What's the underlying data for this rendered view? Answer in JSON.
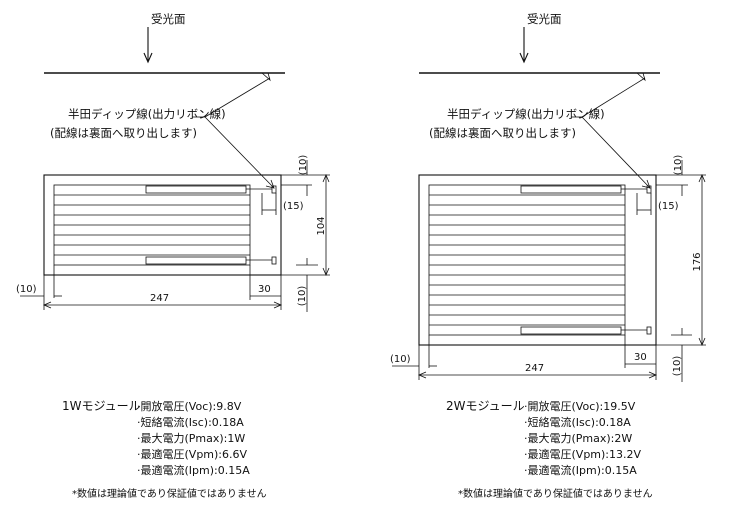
{
  "panels": [
    {
      "receiving_surface": "受光面",
      "lead_label_1": "半田ディップ線(出力リボン線)",
      "lead_label_2": "(配線は裏面へ取り出します)",
      "dims": {
        "width": "247",
        "height": "104",
        "margin_top": "(10)",
        "lead_offset": "(15)",
        "lead_right": "30",
        "margin_bottom": "(10)",
        "margin_left": "(10)"
      },
      "module_name": "1Wモジュール",
      "specs": [
        "·開放電圧(Voc):9.8V",
        "·短絡電流(Isc):0.18A",
        "·最大電力(Pmax):1W",
        "·最適電圧(Vpm):6.6V",
        "·最適電流(Ipm):0.15A"
      ],
      "note": "*数値は理論値であり保証値ではありません"
    },
    {
      "receiving_surface": "受光面",
      "lead_label_1": "半田ディップ線(出力リボン線)",
      "lead_label_2": "(配線は裏面へ取り出します)",
      "dims": {
        "width": "247",
        "height": "176",
        "margin_top": "(10)",
        "lead_offset": "(15)",
        "lead_right": "30",
        "margin_bottom": "(10)",
        "margin_left": "(10)"
      },
      "module_name": "2Wモジュール",
      "specs": [
        "·開放電圧(Voc):19.5V",
        "·短絡電流(Isc):0.18A",
        "·最大電力(Pmax):2W",
        "·最適電圧(Vpm):13.2V",
        "·最適電流(Ipm):0.15A"
      ],
      "note": "*数値は理論値であり保証値ではありません"
    }
  ]
}
